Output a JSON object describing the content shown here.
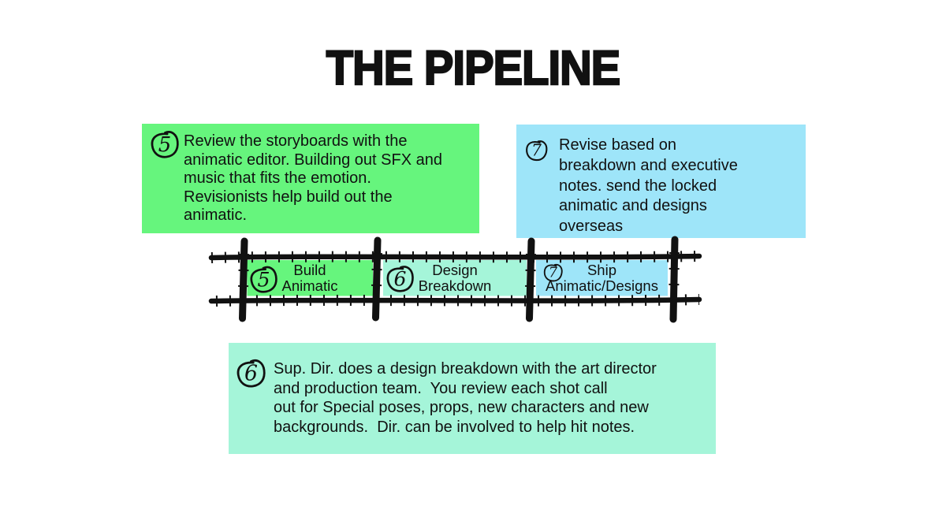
{
  "title": "THE PIPELINE",
  "colors": {
    "green": "#66f57d",
    "teal": "#a5f5d9",
    "blue": "#9ee5f9",
    "ink": "#111111"
  },
  "notes": [
    {
      "number": "5",
      "theme": "green",
      "text": "Review the storyboards with the\nanimatic editor. Building out SFX and\nmusic that fits the emotion.\nRevisionists help build out the\nanimatic."
    },
    {
      "number": "7",
      "theme": "blue",
      "text": "Revise based on\nbreakdown and executive\nnotes. send the locked\nanimatic and designs\noverseas"
    },
    {
      "number": "6",
      "theme": "teal",
      "text": "Sup. Dir. does a design breakdown with the art director\nand production team.  You review each shot call\nout for Special poses, props, new characters and new\nbackgrounds.  Dir. can be involved to help hit notes."
    }
  ],
  "timeline": {
    "steps": [
      {
        "number": "5",
        "theme": "green",
        "label": "Build\nAnimatic"
      },
      {
        "number": "6",
        "theme": "teal",
        "label": "Design\nBreakdown"
      },
      {
        "number": "7",
        "theme": "blue",
        "label": "Ship\nAnimatic/Designs"
      }
    ]
  }
}
